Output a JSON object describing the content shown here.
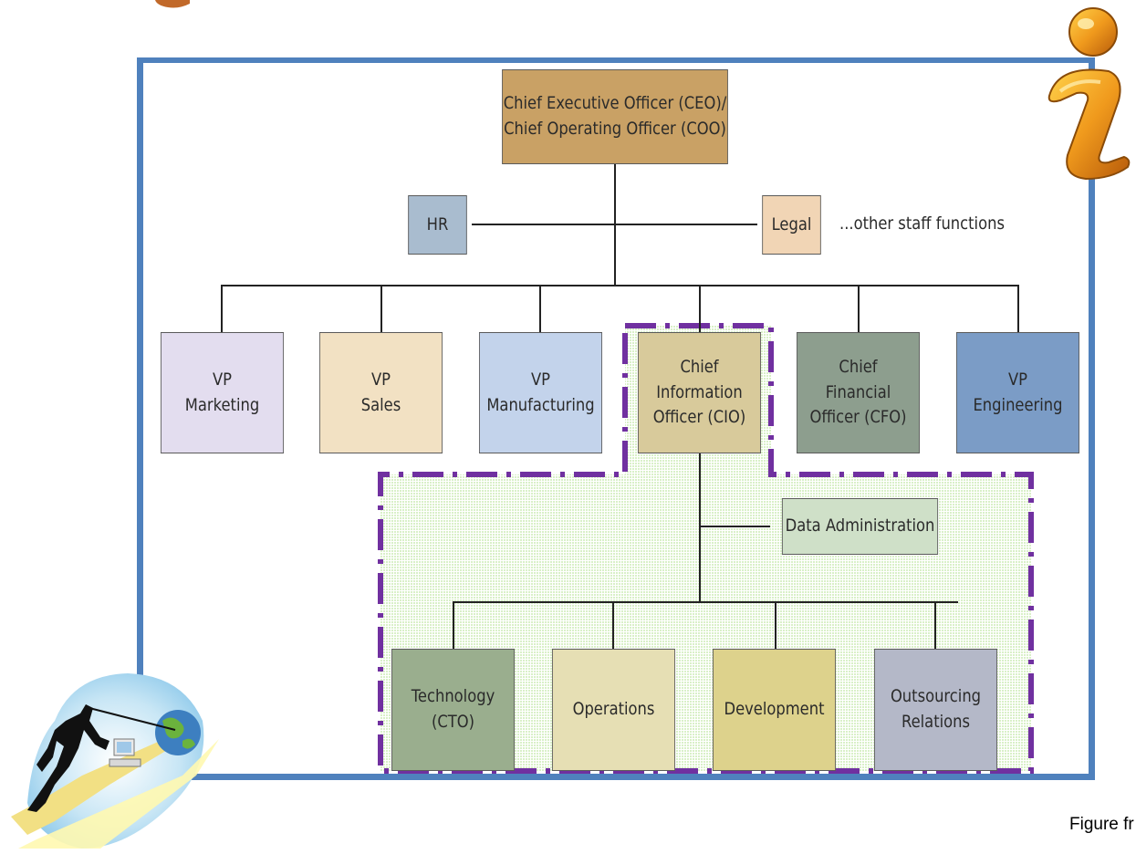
{
  "top_icon_partial": "",
  "chart": {
    "ceo": [
      "Chief Executive Officer (CEO)/",
      "Chief Operating Officer (COO)"
    ],
    "hr": "HR",
    "legal": "Legal",
    "other_staff": "...other staff functions",
    "vp_marketing": [
      "VP",
      "Marketing"
    ],
    "vp_sales": [
      "VP",
      "Sales"
    ],
    "vp_manufacturing": [
      "VP",
      "Manufacturing"
    ],
    "cio": [
      "Chief",
      "Information",
      "Officer (CIO)"
    ],
    "cfo": [
      "Chief",
      "Financial",
      "Officer (CFO)"
    ],
    "vp_engineering": [
      "VP",
      "Engineering"
    ],
    "data_admin": "Data Administration",
    "technology": [
      "Technology",
      "(CTO)"
    ],
    "operations": "Operations",
    "development": "Development",
    "outsourcing": [
      "Outsourcing",
      "Relations"
    ]
  },
  "colors": {
    "frame": "#4f81bd",
    "highlight_dash": "#7030a0",
    "highlight_fill": "#e6f5d6",
    "ceo": "#c9a165",
    "hr": "#a9bccf",
    "legal": "#f1d5b5",
    "vp_marketing": "#e3ddef",
    "vp_sales": "#f2e1c3",
    "vp_manufacturing": "#c3d3eb",
    "cio": "#d8ca9b",
    "cfo": "#8d9e8e",
    "vp_engineering": "#7b9cc6",
    "data_admin": "#cfe0c8",
    "technology": "#9aae8e",
    "operations": "#e6dfb4",
    "development": "#ddd28c",
    "outsourcing": "#b4b8c8"
  },
  "icons": [
    "info-icon",
    "man-with-globe-clipart"
  ],
  "caption": "Figure fr"
}
